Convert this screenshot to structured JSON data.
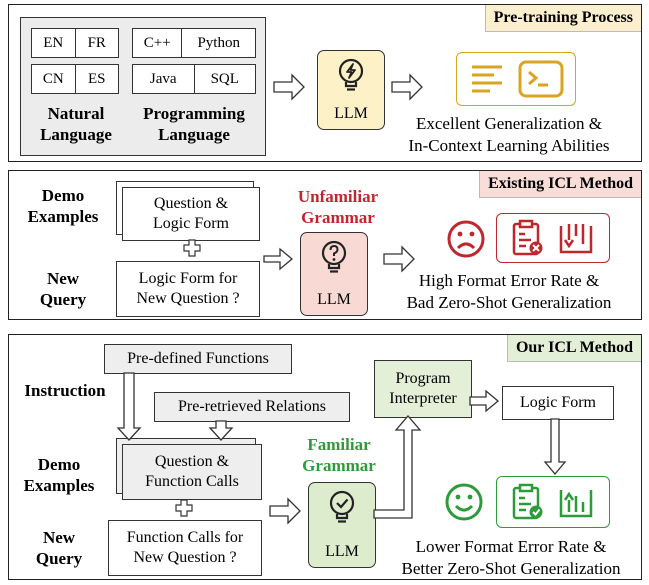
{
  "panel1": {
    "tag": "Pre-training Process",
    "natural_langs": [
      "EN",
      "FR",
      "CN",
      "ES"
    ],
    "programming_langs": [
      "C++",
      "Python",
      "Java",
      "SQL"
    ],
    "natural_label": "Natural\nLanguage",
    "programming_label": "Programming\nLanguage",
    "llm": "LLM",
    "result": "Excellent Generalization &\nIn-Context Learning Abilities"
  },
  "panel2": {
    "tag": "Existing ICL Method",
    "demo_label": "Demo\nExamples",
    "query_label": "New\nQuery",
    "demo_box": "Question &\nLogic Form",
    "query_box": "Logic Form for\nNew Question ?",
    "grammar": "Unfamiliar\nGrammar",
    "llm": "LLM",
    "result": "High Format Error Rate &\nBad Zero-Shot Generalization"
  },
  "panel3": {
    "tag": "Our ICL Method",
    "instruction_label": "Instruction",
    "demo_label": "Demo\nExamples",
    "query_label": "New\nQuery",
    "functions_box": "Pre-defined  Functions",
    "relations_box": "Pre-retrieved Relations",
    "demo_box": "Question &\nFunction Calls",
    "query_box": "Function Calls for\nNew Question ?",
    "grammar": "Familiar\nGrammar",
    "llm": "LLM",
    "interpreter": "Program\nInterpreter",
    "logic_form": "Logic Form",
    "result": "Lower Format Error Rate &\nBetter Zero-Shot Generalization"
  },
  "colors": {
    "gold": "#d9a521",
    "red": "#c0272d",
    "green": "#2e9b3a",
    "llm_yellow": "#fdf1c8",
    "llm_pink": "#f8d9d4",
    "llm_green": "#ddeccd"
  },
  "icons": [
    "lightbulb-bolt-icon",
    "lightbulb-question-icon",
    "lightbulb-check-icon",
    "text-lines-icon",
    "terminal-icon",
    "sad-face-icon",
    "clipboard-error-icon",
    "chart-down-icon",
    "smile-face-icon",
    "clipboard-check-icon",
    "chart-up-icon",
    "plus-icon"
  ]
}
